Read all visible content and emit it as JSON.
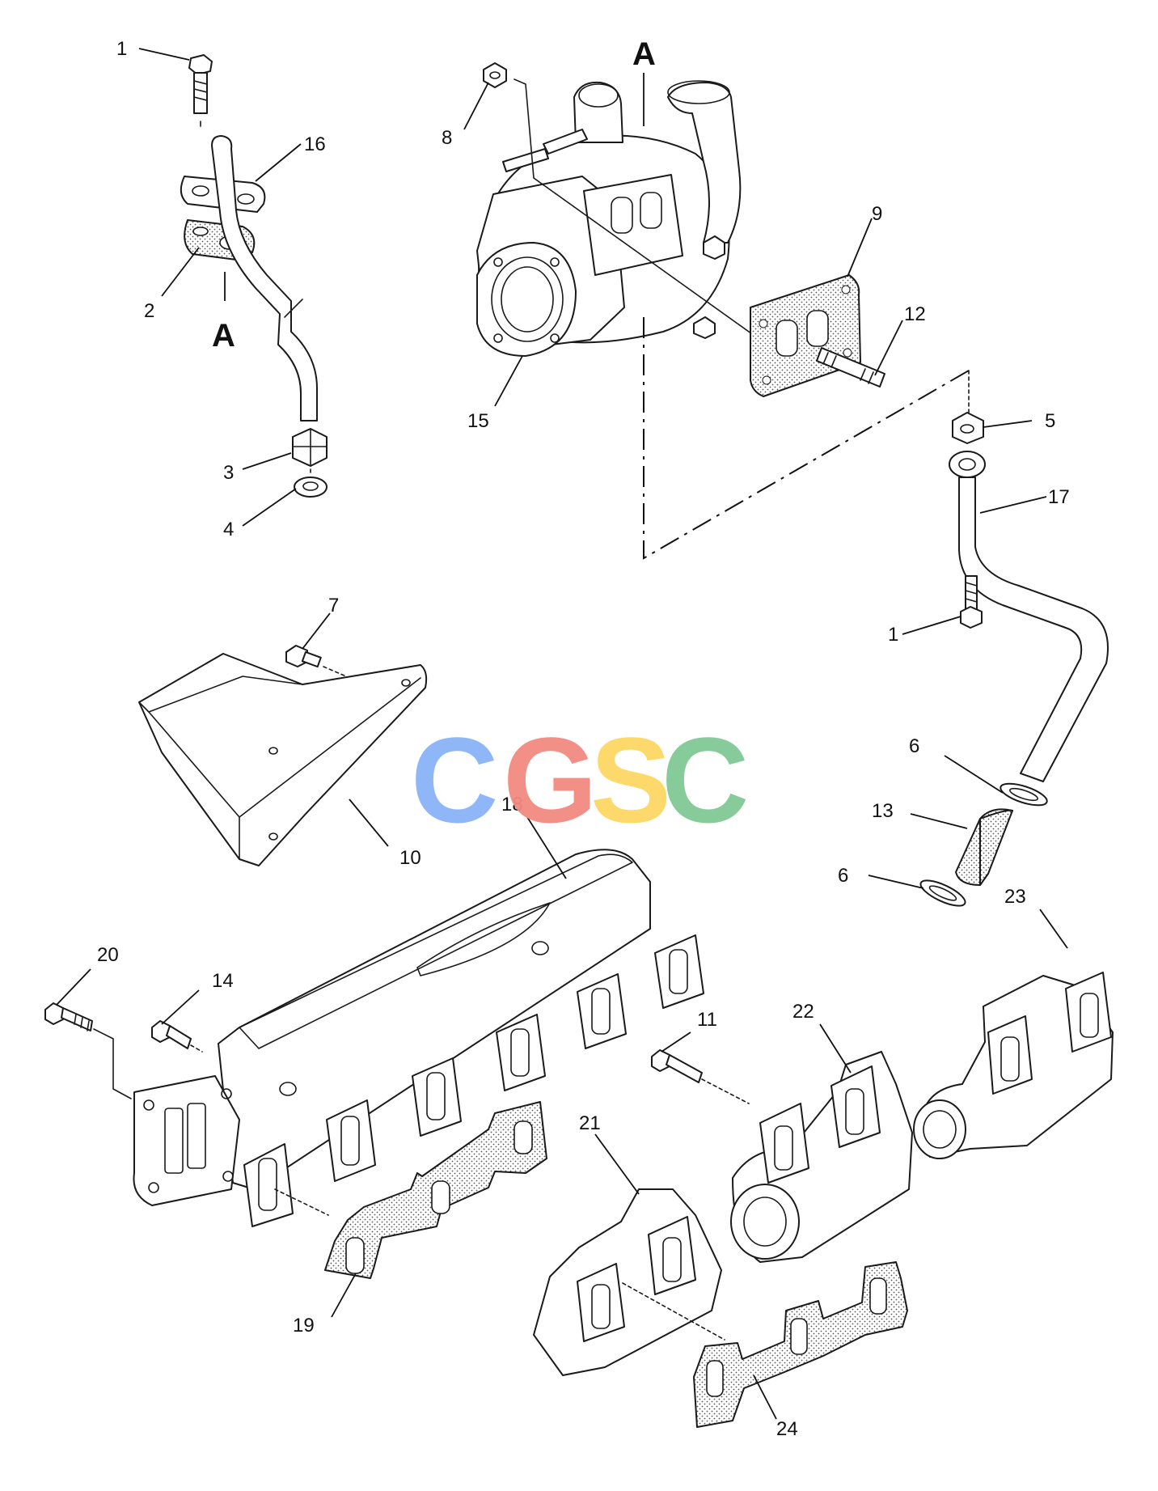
{
  "logo": {
    "letters": [
      {
        "char": "C",
        "color": "#8ab4f8"
      },
      {
        "char": "G",
        "color": "#f28b82"
      },
      {
        "char": "S",
        "color": "#fdd663"
      },
      {
        "char": "C",
        "color": "#81c995"
      }
    ]
  },
  "view_markers": [
    "A",
    "A"
  ],
  "callouts": [
    "1",
    "16",
    "2",
    "3",
    "4",
    "8",
    "15",
    "9",
    "12",
    "5",
    "17",
    "1",
    "7",
    "10",
    "6",
    "13",
    "6",
    "18",
    "20",
    "14",
    "11",
    "22",
    "23",
    "21",
    "19",
    "24"
  ]
}
